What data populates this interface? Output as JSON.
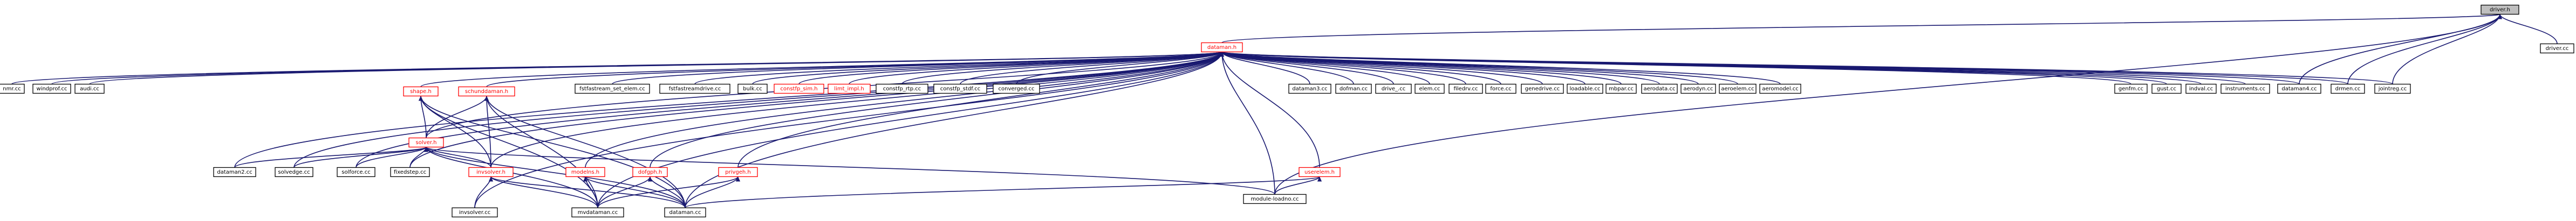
{
  "colors": {
    "edge": "#191970",
    "node_border": "#000000",
    "linked_node_border": "#ff0000",
    "root_fill": "#bfbfbf",
    "background": "#ffffff"
  },
  "nodes": [
    {
      "id": "driverh",
      "label": "driver.h",
      "kind": "root"
    },
    {
      "id": "driver",
      "label": "driver.cc",
      "kind": "plain"
    },
    {
      "id": "datamanh",
      "label": "dataman.h",
      "kind": "red"
    },
    {
      "id": "nmr",
      "label": "nmr.cc",
      "kind": "plain"
    },
    {
      "id": "windprof",
      "label": "windprof.cc",
      "kind": "plain"
    },
    {
      "id": "audi",
      "label": "audi.cc",
      "kind": "plain"
    },
    {
      "id": "shapeh",
      "label": "shape.h",
      "kind": "red"
    },
    {
      "id": "schunth",
      "label": "schunddaman.h",
      "kind": "red"
    },
    {
      "id": "solverh",
      "label": "solver.h",
      "kind": "red"
    },
    {
      "id": "fstream",
      "label": "fstfastream_set_elem.cc",
      "kind": "plain"
    },
    {
      "id": "fstfastr",
      "label": "fstfastreamdrive.cc",
      "kind": "plain"
    },
    {
      "id": "bulk",
      "label": "bulk.cc",
      "kind": "plain"
    },
    {
      "id": "constfpn",
      "label": "constfp_sim.h",
      "kind": "red"
    },
    {
      "id": "limh",
      "label": "limt_impl.h",
      "kind": "red"
    },
    {
      "id": "constfptp",
      "label": "constfp_rtp.cc",
      "kind": "plain"
    },
    {
      "id": "constfpst",
      "label": "constfp_stdf.cc",
      "kind": "plain"
    },
    {
      "id": "converged",
      "label": "converged.cc",
      "kind": "plain"
    },
    {
      "id": "dataman3",
      "label": "dataman3.cc",
      "kind": "plain"
    },
    {
      "id": "dofman",
      "label": "dofman.cc",
      "kind": "plain"
    },
    {
      "id": "drive",
      "label": "drive_.cc",
      "kind": "plain"
    },
    {
      "id": "elem",
      "label": "elem.cc",
      "kind": "plain"
    },
    {
      "id": "filedrv",
      "label": "filedrv.cc",
      "kind": "plain"
    },
    {
      "id": "force",
      "label": "force.cc",
      "kind": "plain"
    },
    {
      "id": "genedrive",
      "label": "genedrive.cc",
      "kind": "plain"
    },
    {
      "id": "loadable",
      "label": "loadable.cc",
      "kind": "plain"
    },
    {
      "id": "mbpar",
      "label": "mbpar.cc",
      "kind": "plain"
    },
    {
      "id": "aerodata",
      "label": "aerodata.cc",
      "kind": "plain"
    },
    {
      "id": "aerodyn",
      "label": "aerodyn.cc",
      "kind": "plain"
    },
    {
      "id": "aeroelem",
      "label": "aeroelem.cc",
      "kind": "plain"
    },
    {
      "id": "aeromodel",
      "label": "aeromodel.cc",
      "kind": "plain"
    },
    {
      "id": "genfm",
      "label": "genfm.cc",
      "kind": "plain"
    },
    {
      "id": "gust",
      "label": "gust.cc",
      "kind": "plain"
    },
    {
      "id": "indval",
      "label": "indval.cc",
      "kind": "plain"
    },
    {
      "id": "instruments",
      "label": "instruments.cc",
      "kind": "plain"
    },
    {
      "id": "dataman4",
      "label": "dataman4.cc",
      "kind": "plain"
    },
    {
      "id": "drmen",
      "label": "drmen.cc",
      "kind": "plain"
    },
    {
      "id": "jointreg",
      "label": "jointreg.cc",
      "kind": "plain"
    },
    {
      "id": "dataman2",
      "label": "dataman2.cc",
      "kind": "plain"
    },
    {
      "id": "solvedge",
      "label": "solvedge.cc",
      "kind": "plain"
    },
    {
      "id": "solforce",
      "label": "solforce.cc",
      "kind": "plain"
    },
    {
      "id": "fixedstep",
      "label": "fixedstep.cc",
      "kind": "plain"
    },
    {
      "id": "invsolverh",
      "label": "invsolver.h",
      "kind": "red"
    },
    {
      "id": "modelnsh",
      "label": "modelns.h",
      "kind": "red"
    },
    {
      "id": "dofgph",
      "label": "dofgph.h",
      "kind": "red"
    },
    {
      "id": "privgeh",
      "label": "privgeh.h",
      "kind": "red"
    },
    {
      "id": "userelemh",
      "label": "userelem.h",
      "kind": "red"
    },
    {
      "id": "modload",
      "label": "module-loadno.cc",
      "kind": "plain"
    },
    {
      "id": "invsolver",
      "label": "invsolver.cc",
      "kind": "plain"
    },
    {
      "id": "mvdataman",
      "label": "mvdataman.cc",
      "kind": "plain"
    },
    {
      "id": "dataman",
      "label": "dataman.cc",
      "kind": "plain"
    }
  ],
  "edges": [
    [
      "driver",
      "driverh"
    ],
    [
      "datamanh",
      "driverh"
    ],
    [
      "dataman4",
      "driverh"
    ],
    [
      "drmen",
      "driverh"
    ],
    [
      "jointreg",
      "driverh"
    ],
    [
      "modload",
      "driverh"
    ],
    [
      "nmr",
      "datamanh"
    ],
    [
      "windprof",
      "datamanh"
    ],
    [
      "audi",
      "datamanh"
    ],
    [
      "shapeh",
      "datamanh"
    ],
    [
      "schunth",
      "datamanh"
    ],
    [
      "solverh",
      "datamanh"
    ],
    [
      "fstream",
      "datamanh"
    ],
    [
      "fstfastr",
      "datamanh"
    ],
    [
      "bulk",
      "datamanh"
    ],
    [
      "constfpn",
      "datamanh"
    ],
    [
      "limh",
      "datamanh"
    ],
    [
      "constfptp",
      "datamanh"
    ],
    [
      "constfpst",
      "datamanh"
    ],
    [
      "converged",
      "datamanh"
    ],
    [
      "dataman3",
      "datamanh"
    ],
    [
      "dofman",
      "datamanh"
    ],
    [
      "drive",
      "datamanh"
    ],
    [
      "elem",
      "datamanh"
    ],
    [
      "filedrv",
      "datamanh"
    ],
    [
      "force",
      "datamanh"
    ],
    [
      "genedrive",
      "datamanh"
    ],
    [
      "loadable",
      "datamanh"
    ],
    [
      "mbpar",
      "datamanh"
    ],
    [
      "aerodata",
      "datamanh"
    ],
    [
      "aerodyn",
      "datamanh"
    ],
    [
      "aeroelem",
      "datamanh"
    ],
    [
      "aeromodel",
      "datamanh"
    ],
    [
      "genfm",
      "datamanh"
    ],
    [
      "gust",
      "datamanh"
    ],
    [
      "indval",
      "datamanh"
    ],
    [
      "instruments",
      "datamanh"
    ],
    [
      "dataman4",
      "datamanh"
    ],
    [
      "drmen",
      "datamanh"
    ],
    [
      "jointreg",
      "datamanh"
    ],
    [
      "dataman2",
      "datamanh"
    ],
    [
      "solvedge",
      "datamanh"
    ],
    [
      "solforce",
      "datamanh"
    ],
    [
      "fixedstep",
      "datamanh"
    ],
    [
      "invsolverh",
      "datamanh"
    ],
    [
      "modelnsh",
      "datamanh"
    ],
    [
      "dofgph",
      "datamanh"
    ],
    [
      "privgeh",
      "datamanh"
    ],
    [
      "userelemh",
      "datamanh"
    ],
    [
      "modload",
      "datamanh"
    ],
    [
      "mvdataman",
      "datamanh"
    ],
    [
      "dataman",
      "datamanh"
    ],
    [
      "invsolver",
      "datamanh"
    ],
    [
      "solverh",
      "shapeh"
    ],
    [
      "invsolverh",
      "shapeh"
    ],
    [
      "mvdataman",
      "shapeh"
    ],
    [
      "dataman",
      "shapeh"
    ],
    [
      "solverh",
      "schunth"
    ],
    [
      "invsolverh",
      "schunth"
    ],
    [
      "mvdataman",
      "schunth"
    ],
    [
      "dataman",
      "schunth"
    ],
    [
      "dataman2",
      "solverh"
    ],
    [
      "solvedge",
      "solverh"
    ],
    [
      "solforce",
      "solverh"
    ],
    [
      "fixedstep",
      "solverh"
    ],
    [
      "invsolverh",
      "solverh"
    ],
    [
      "modload",
      "solverh"
    ],
    [
      "mvdataman",
      "solverh"
    ],
    [
      "dataman",
      "solverh"
    ],
    [
      "invsolver",
      "invsolverh"
    ],
    [
      "mvdataman",
      "invsolverh"
    ],
    [
      "dataman",
      "invsolverh"
    ],
    [
      "mvdataman",
      "modelnsh"
    ],
    [
      "dataman",
      "modelnsh"
    ],
    [
      "mvdataman",
      "dofgph"
    ],
    [
      "dataman",
      "dofgph"
    ],
    [
      "mvdataman",
      "privgeh"
    ],
    [
      "dataman",
      "privgeh"
    ],
    [
      "modload",
      "userelemh"
    ],
    [
      "dataman",
      "userelemh"
    ]
  ]
}
